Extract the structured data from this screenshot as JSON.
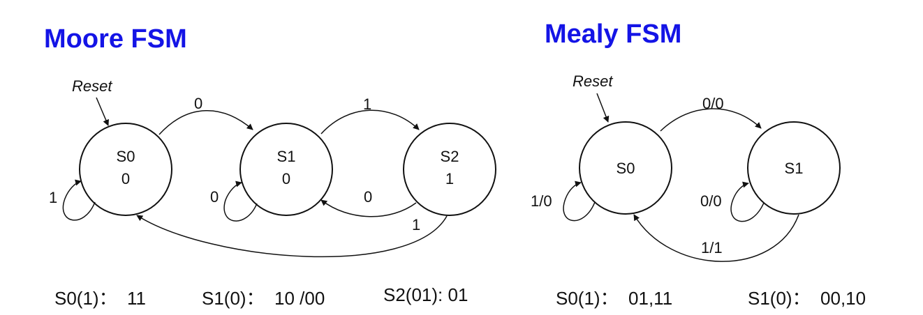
{
  "moore": {
    "title": "Moore FSM",
    "reset_label": "Reset",
    "states": [
      {
        "name": "S0",
        "output": "0"
      },
      {
        "name": "S1",
        "output": "0"
      },
      {
        "name": "S2",
        "output": "1"
      }
    ],
    "transitions": {
      "s0_to_s1": "0",
      "s1_to_s2": "1",
      "s2_to_s1": "0",
      "s2_to_s0": "1",
      "s0_self": "1",
      "s1_self": "0"
    },
    "footer": [
      "S0(1)：  11",
      "S1(0)：  10 /00",
      "S2(01): 01"
    ]
  },
  "mealy": {
    "title": "Mealy FSM",
    "reset_label": "Reset",
    "states": [
      {
        "name": "S0"
      },
      {
        "name": "S1"
      }
    ],
    "transitions": {
      "s0_to_s1": "0/0",
      "s1_to_s0": "1/1",
      "s0_self": "1/0",
      "s1_self": "0/0"
    },
    "footer": [
      "S0(1)：  01,11",
      "S1(0)：  00,10"
    ]
  }
}
